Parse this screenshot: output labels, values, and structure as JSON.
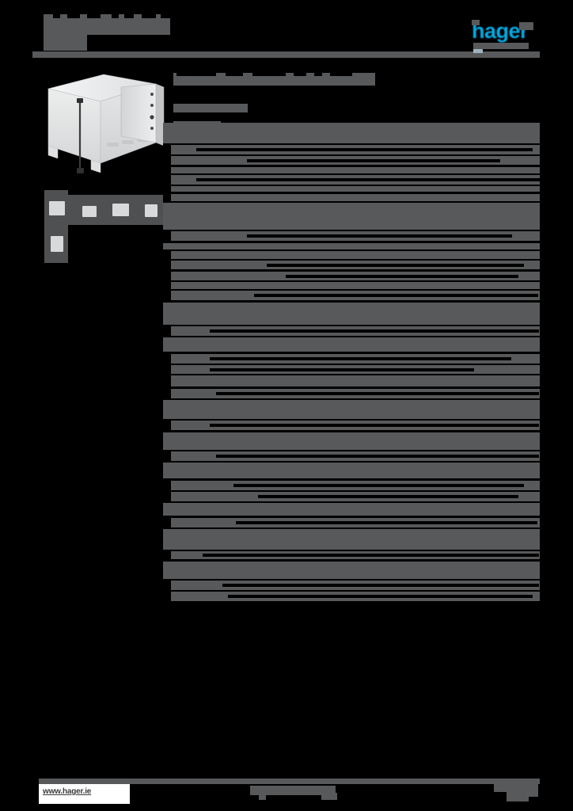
{
  "document": {
    "kind": "product-datasheet",
    "page_background": "#000000",
    "redaction_color": "#58595b",
    "note_visible_text_only": true
  },
  "header": {
    "title_redacted": true,
    "subtitle_redacted": true,
    "brand": {
      "logo_text": "hager",
      "logo_color": "#00a9e0",
      "strapline_redacted": true
    },
    "rule": {
      "color": "#58595b"
    }
  },
  "left_column": {
    "product_image": {
      "name": "enclosure-cabinet-open-door",
      "description_redacted": true
    },
    "thumbnails": [
      {
        "name": "thumbnail-1"
      },
      {
        "name": "thumbnail-2"
      },
      {
        "name": "thumbnail-3"
      },
      {
        "name": "thumbnail-4"
      },
      {
        "name": "thumbnail-5"
      }
    ]
  },
  "main": {
    "title_redacted": true,
    "subtitle_redacted": true,
    "secondary_label_redacted": true,
    "spec_table": {
      "columns_redacted": true,
      "rows": [
        {
          "h": 26,
          "label_w": 0,
          "value_w": 0,
          "sep": null
        },
        {
          "h": 12,
          "label_w": 10,
          "value_w": 0,
          "sep": [
            42,
            425
          ]
        },
        {
          "h": 11,
          "label_w": 10,
          "value_w": 0,
          "sep": [
            106,
            320
          ]
        },
        {
          "h": 8,
          "label_w": 10,
          "value_w": 0,
          "sep": null
        },
        {
          "h": 12,
          "label_w": 10,
          "value_w": 0,
          "sep": [
            42,
            434
          ]
        },
        {
          "h": 7,
          "label_w": 10,
          "value_w": 0,
          "sep": null
        },
        {
          "h": 9,
          "label_w": 10,
          "value_w": 0,
          "sep": null
        },
        {
          "h": 34,
          "label_w": 0,
          "value_w": 0,
          "sep": null
        },
        {
          "h": 12,
          "label_w": 10,
          "value_w": 0,
          "sep": [
            106,
            335
          ]
        },
        {
          "h": 8,
          "label_w": 0,
          "value_w": 0,
          "sep": null
        },
        {
          "h": 10,
          "label_w": 10,
          "value_w": 0,
          "sep": null
        },
        {
          "h": 11,
          "label_w": 10,
          "value_w": 0,
          "sep": [
            131,
            325
          ]
        },
        {
          "h": 11,
          "label_w": 10,
          "value_w": 0,
          "sep": [
            155,
            294
          ]
        },
        {
          "h": 9,
          "label_w": 10,
          "value_w": 0,
          "sep": null
        },
        {
          "h": 12,
          "label_w": 10,
          "value_w": 0,
          "sep": [
            115,
            359
          ]
        },
        {
          "h": 28,
          "label_w": 0,
          "value_w": 0,
          "sep": null
        },
        {
          "h": 12,
          "label_w": 10,
          "value_w": 0,
          "sep": [
            59,
            416
          ]
        },
        {
          "h": 18,
          "label_w": 0,
          "value_w": 0,
          "sep": null
        },
        {
          "h": 12,
          "label_w": 10,
          "value_w": 0,
          "sep": [
            59,
            381
          ]
        },
        {
          "h": 11,
          "label_w": 10,
          "value_w": 0,
          "sep": [
            59,
            334
          ]
        },
        {
          "h": 14,
          "label_w": 10,
          "value_w": 0,
          "sep": null
        },
        {
          "h": 12,
          "label_w": 10,
          "value_w": 0,
          "sep": [
            67,
            408
          ]
        },
        {
          "h": 24,
          "label_w": 0,
          "value_w": 0,
          "sep": null
        },
        {
          "h": 12,
          "label_w": 10,
          "value_w": 0,
          "sep": [
            59,
            416
          ]
        },
        {
          "h": 22,
          "label_w": 0,
          "value_w": 0,
          "sep": null
        },
        {
          "h": 12,
          "label_w": 10,
          "value_w": 0,
          "sep": [
            67,
            408
          ]
        },
        {
          "h": 20,
          "label_w": 0,
          "value_w": 0,
          "sep": null
        },
        {
          "h": 12,
          "label_w": 10,
          "value_w": 0,
          "sep": [
            89,
            367
          ]
        },
        {
          "h": 12,
          "label_w": 10,
          "value_w": 0,
          "sep": [
            120,
            329
          ]
        },
        {
          "h": 16,
          "label_w": 0,
          "value_w": 0,
          "sep": null
        },
        {
          "h": 12,
          "label_w": 10,
          "value_w": 0,
          "sep": [
            92,
            381
          ]
        },
        {
          "h": 26,
          "label_w": 0,
          "value_w": 0,
          "sep": null
        },
        {
          "h": 10,
          "label_w": 10,
          "value_w": 0,
          "sep": [
            50,
            425
          ]
        },
        {
          "h": 22,
          "label_w": 0,
          "value_w": 0,
          "sep": null
        },
        {
          "h": 12,
          "label_w": 10,
          "value_w": 0,
          "sep": [
            75,
            400
          ]
        },
        {
          "h": 12,
          "label_w": 10,
          "value_w": 0,
          "sep": [
            82,
            385
          ]
        }
      ]
    }
  },
  "footer": {
    "url": "www.hager.ie",
    "center_text_redacted": true,
    "page_number_redacted": true
  }
}
